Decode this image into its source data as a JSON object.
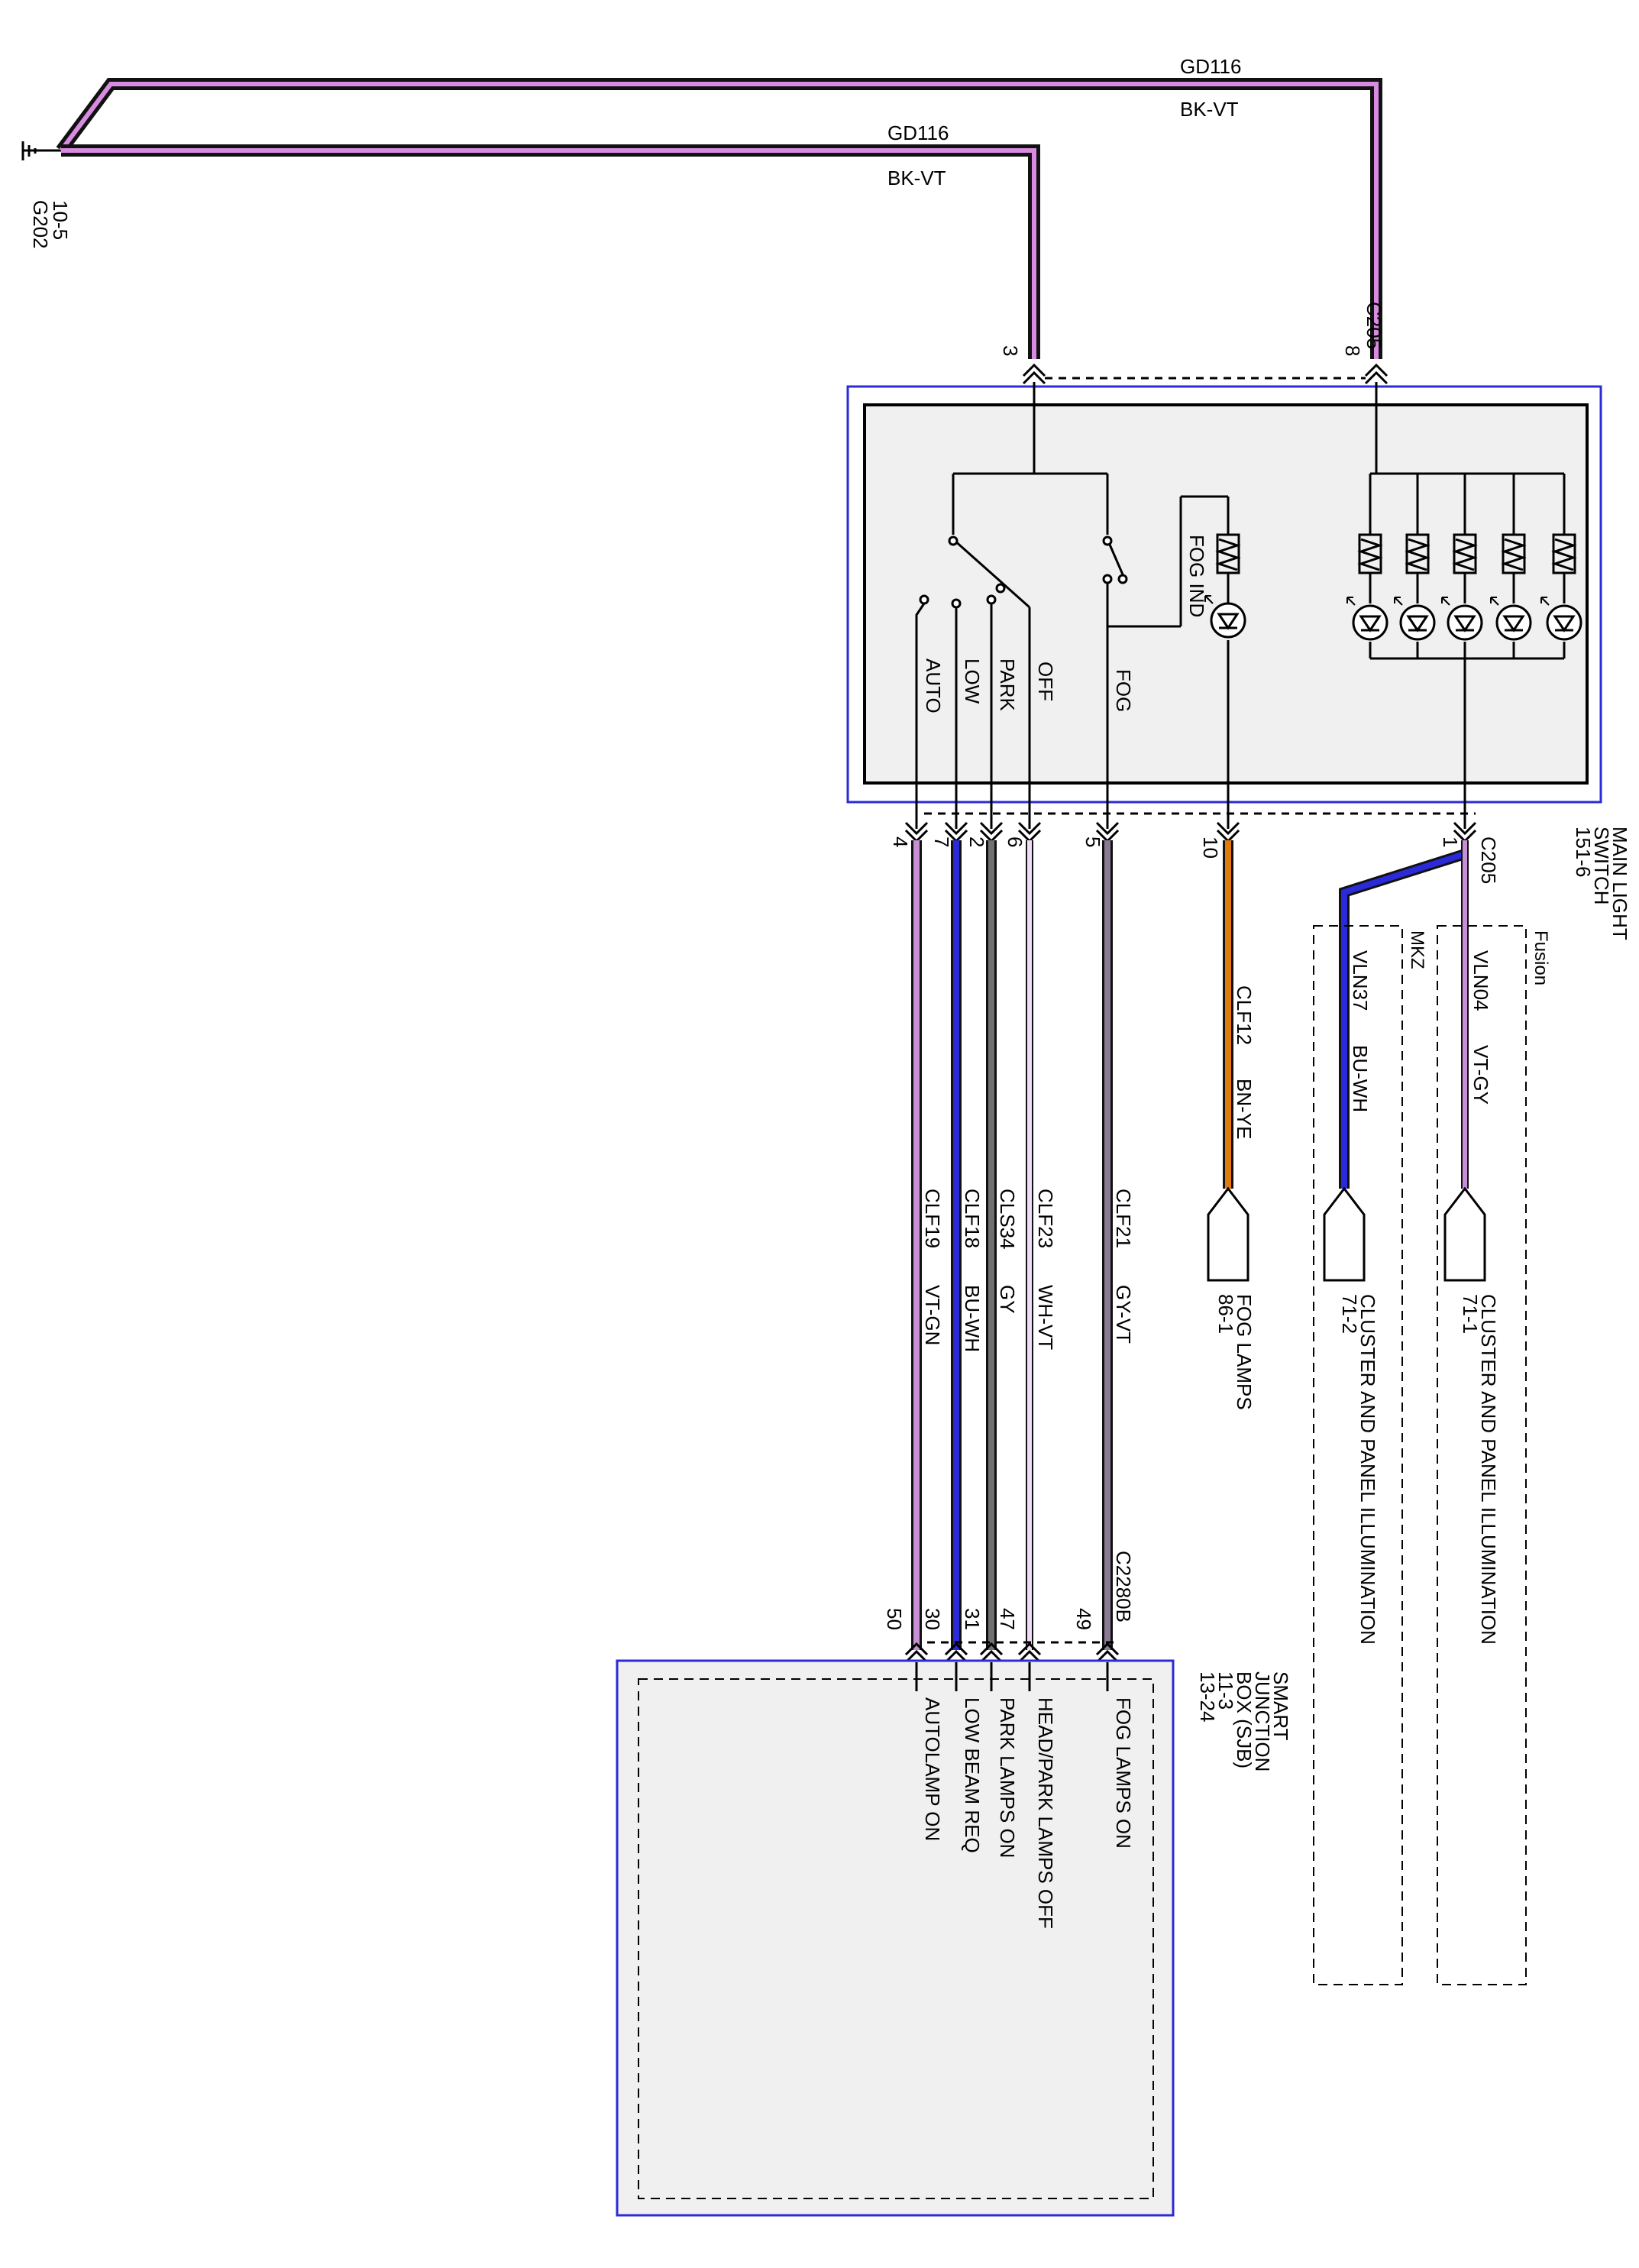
{
  "ground": {
    "label": "G202",
    "ref": "10-5"
  },
  "top_wires": [
    {
      "circuit": "GD116",
      "color_code": "BK-VT"
    },
    {
      "circuit": "GD116",
      "color_code": "BK-VT"
    }
  ],
  "connector_c205_top": {
    "name": "C205",
    "pin_8": "8",
    "pin_3": "3"
  },
  "main_light_switch": {
    "title_1": "MAIN LIGHT",
    "title_2": "SWITCH",
    "ref": "151-6",
    "positions": [
      "AUTO",
      "LOW",
      "PARK",
      "OFF",
      "FOG"
    ],
    "fog_ind": "FOG IND"
  },
  "bottom_connector": {
    "name": "C205",
    "pins": [
      "4",
      "7",
      "2",
      "6",
      "5",
      "10",
      "1"
    ]
  },
  "switch_wires": [
    {
      "circuit": "CLF19",
      "color_code": "VT-GN",
      "pin_top": "4",
      "pin_bottom": "50",
      "sjb_label": "AUTOLAMP ON",
      "color": "#c78fd6"
    },
    {
      "circuit": "CLF18",
      "color_code": "BU-WH",
      "pin_top": "7",
      "pin_bottom": "30",
      "sjb_label": "LOW BEAM REQ",
      "color": "#2a2ad8"
    },
    {
      "circuit": "CLS34",
      "color_code": "GY",
      "pin_top": "2",
      "pin_bottom": "31",
      "sjb_label": "PARK LAMPS ON",
      "color": "#707070"
    },
    {
      "circuit": "CLF23",
      "color_code": "WH-VT",
      "pin_top": "6",
      "pin_bottom": "47",
      "sjb_label": "HEAD/PARK LAMPS OFF",
      "color": "#e5c2ec"
    },
    {
      "circuit": "CLF21",
      "color_code": "GY-VT",
      "pin_top": "5",
      "pin_bottom": "49",
      "sjb_label": "FOG LAMPS ON",
      "color": "#8a7a92"
    }
  ],
  "fog_wire": {
    "circuit": "CLF12",
    "color_code": "BN-YE",
    "pin": "10",
    "dest": "FOG LAMPS",
    "dest_ref": "86-1",
    "color": "#e07b10"
  },
  "illumination": [
    {
      "variant": "MKZ",
      "circuit": "VLN37",
      "color_code": "BU-WH",
      "dest": "CLUSTER AND PANEL ILLUMINATION",
      "dest_ref": "71-2",
      "color": "#2a2ad8"
    },
    {
      "variant": "Fusion",
      "circuit": "VLN04",
      "color_code": "VT-GY",
      "dest": "CLUSTER AND PANEL ILLUMINATION",
      "dest_ref": "71-1",
      "color": "#c78fd6"
    }
  ],
  "sjb": {
    "connector": "C2280B",
    "title_1": "SMART",
    "title_2": "JUNCTION",
    "title_3": "BOX (SJB)",
    "ref_1": "11-3",
    "ref_2": "13-24"
  },
  "colors": {
    "frame_blue": "#2b2bd8",
    "wire_violet": "#c78fd6",
    "wire_black": "#111111"
  }
}
